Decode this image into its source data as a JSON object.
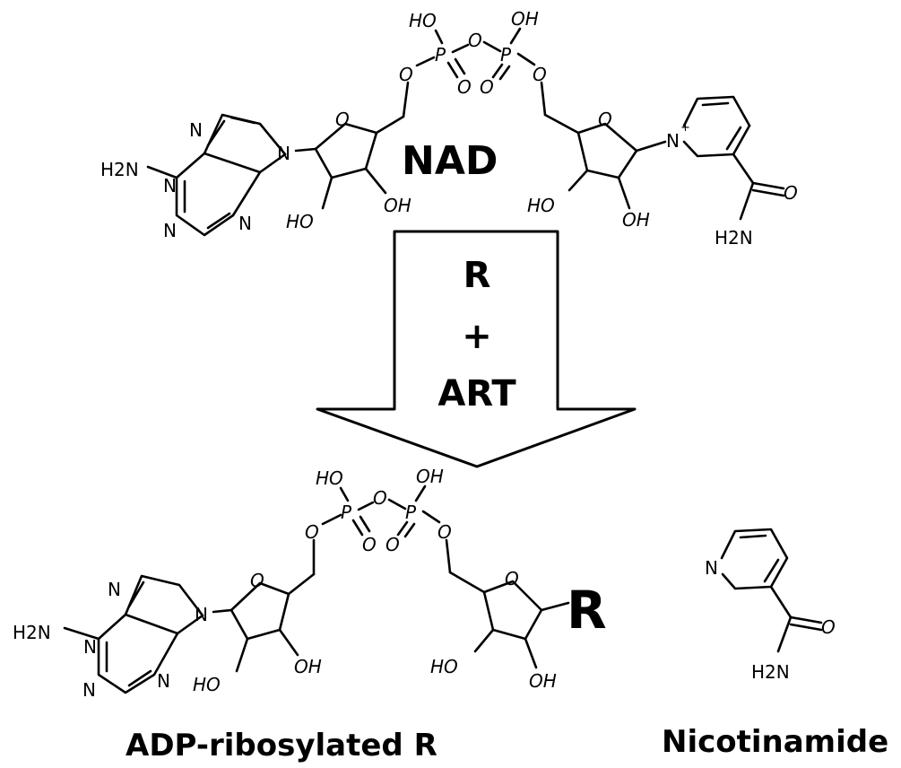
{
  "reactant": {
    "name": "NAD",
    "labels": {
      "amine": "H2N",
      "N": "N",
      "O": "O",
      "P": "P",
      "HO": "HO",
      "OH": "OH",
      "N_plus": "N",
      "plus": "+",
      "amide_amine": "H2N"
    }
  },
  "arrow": {
    "line1": "R",
    "line2": "+",
    "line3": "ART"
  },
  "product": {
    "caption": "ADP-ribosylated R",
    "R": "R"
  },
  "byproduct": {
    "caption": "Nicotinamide"
  }
}
